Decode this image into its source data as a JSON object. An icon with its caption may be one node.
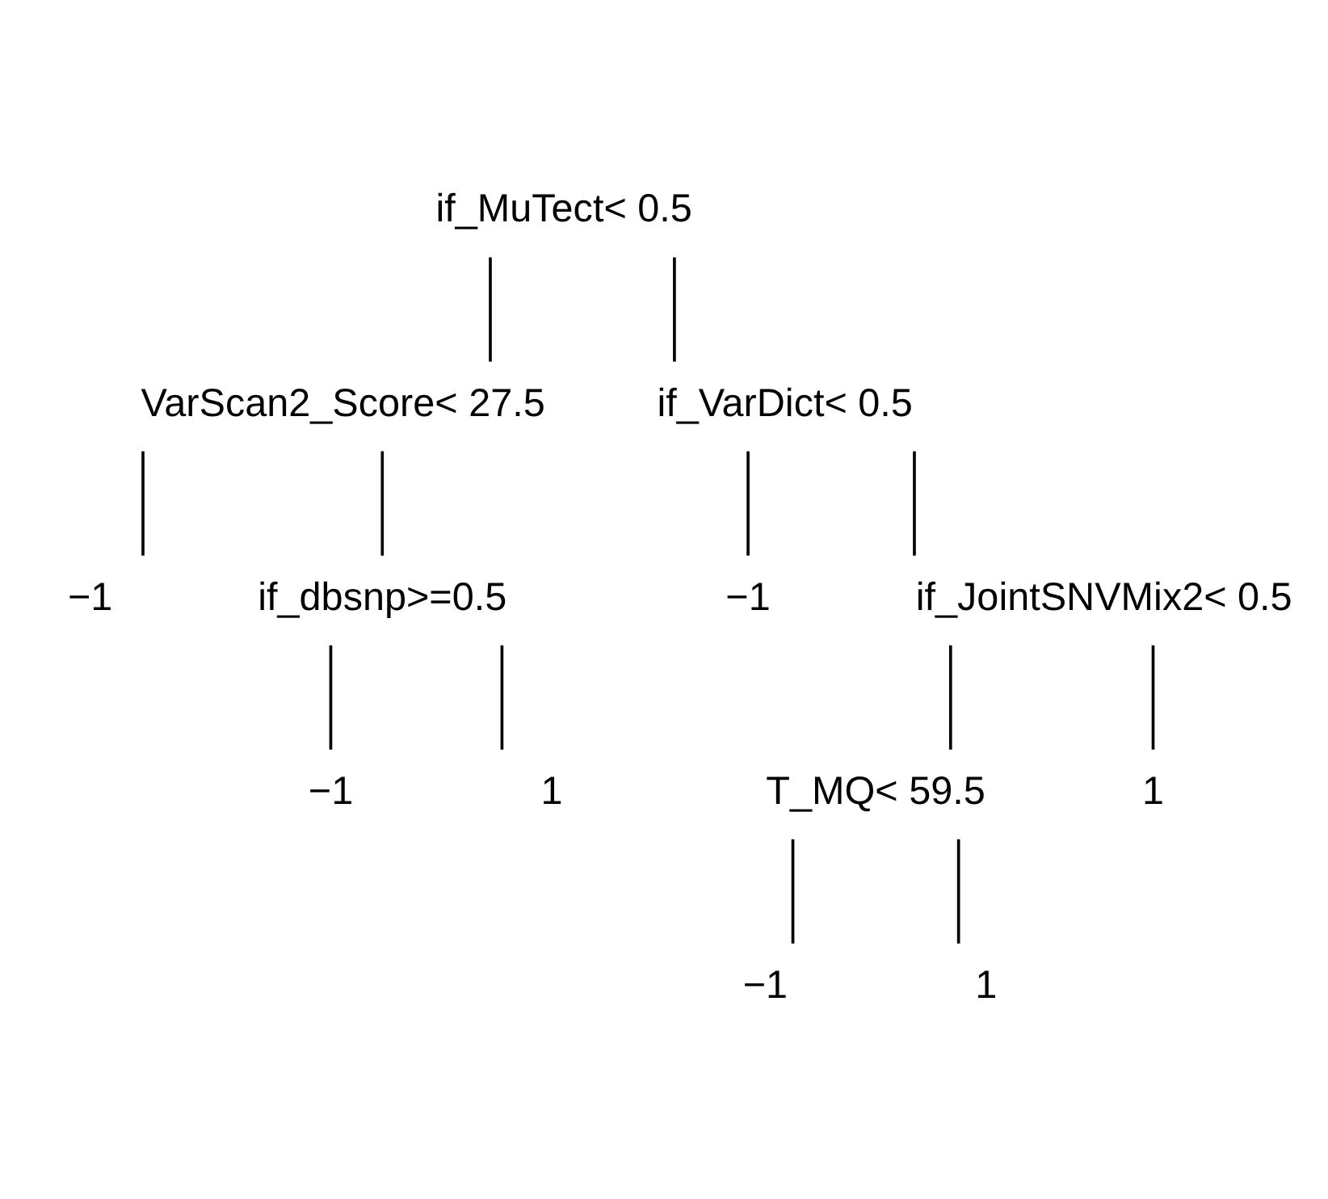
{
  "diagram": {
    "nodes": [
      {
        "text": [
          "if_MuTect< 0.5"
        ]
      },
      {
        "text": [
          "VarScan2_Score< 27.5"
        ]
      },
      {
        "text": [
          "−1"
        ]
      },
      {
        "text": [
          "if_dbsnp>=0.5"
        ]
      },
      {
        "text": [
          "−1"
        ]
      },
      {
        "text": [
          "1"
        ]
      },
      {
        "text": [
          "if_VarDict< 0.5"
        ]
      },
      {
        "text": [
          "−1"
        ]
      },
      {
        "text": [
          "if_JointSNVMix2< 0.5"
        ]
      },
      {
        "text": [
          "T_MQ< 59.5"
        ]
      },
      {
        "text": [
          "−1"
        ]
      },
      {
        "text": [
          "1"
        ]
      },
      {
        "text": [
          "1"
        ]
      }
    ],
    "edges": [
      {
        "from": 0,
        "to": 1,
        "arrow": "none"
      },
      {
        "from": 0,
        "to": 6,
        "arrow": "none"
      },
      {
        "from": 1,
        "to": 2,
        "arrow": "none"
      },
      {
        "from": 1,
        "to": 3,
        "arrow": "none"
      },
      {
        "from": 3,
        "to": 4,
        "arrow": "none"
      },
      {
        "from": 3,
        "to": 5,
        "arrow": "none"
      },
      {
        "from": 6,
        "to": 7,
        "arrow": "none"
      },
      {
        "from": 6,
        "to": 8,
        "arrow": "none"
      },
      {
        "from": 8,
        "to": 9,
        "arrow": "none"
      },
      {
        "from": 8,
        "to": 12,
        "arrow": "none"
      },
      {
        "from": 9,
        "to": 10,
        "arrow": "none"
      },
      {
        "from": 9,
        "to": 11,
        "arrow": "none"
      }
    ]
  }
}
